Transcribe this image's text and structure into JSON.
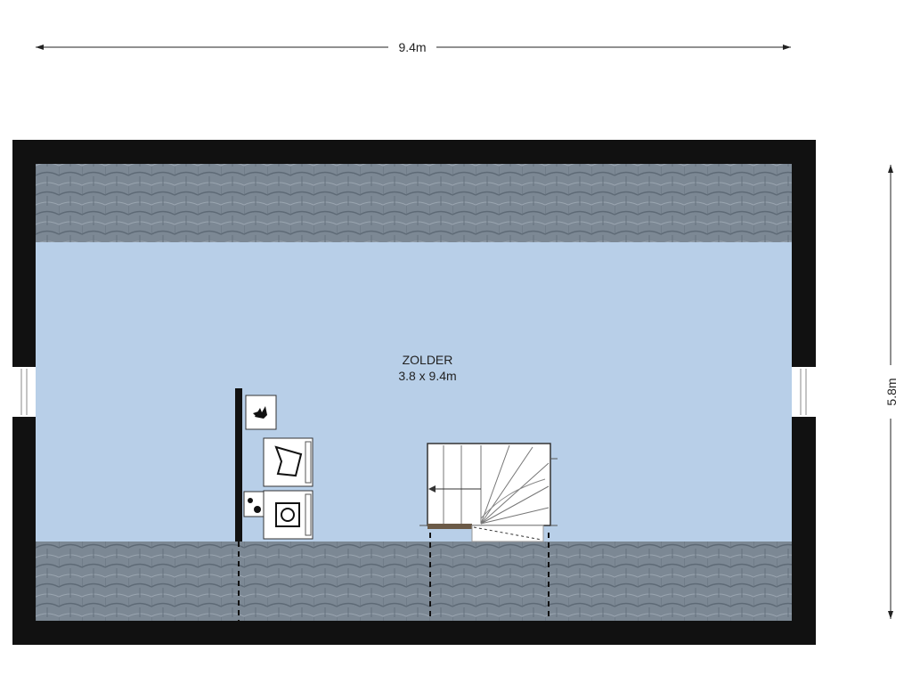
{
  "room": {
    "name": "ZOLDER",
    "size": "3.8 x 9.4m"
  },
  "dimensions": {
    "width": "9.4m",
    "depth": "5.8m"
  },
  "colors": {
    "wall": "#111111",
    "floor": "#b8cfe8",
    "roof_tiles": "#7c8894",
    "roof_tile_dark": "#5e6a76",
    "stair_wood": "#6b5a47"
  },
  "fixtures": {
    "boiler_icon": "flame-icon",
    "dryer_icon": "dryer-icon",
    "washer_icon": "washing-machine-icon",
    "tap_icon": "tap-icon"
  }
}
